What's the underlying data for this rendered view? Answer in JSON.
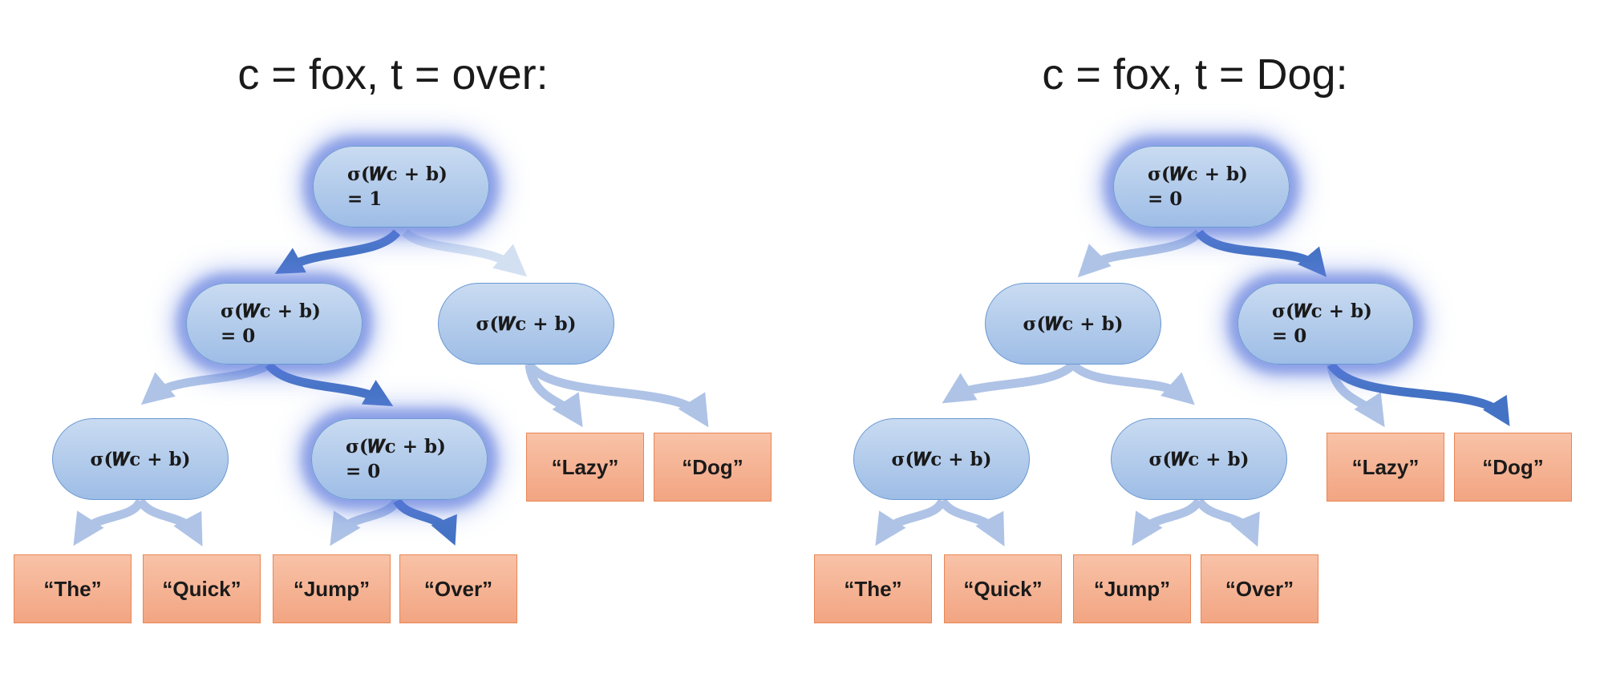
{
  "titles": {
    "left": "c = fox, t = over:",
    "right": "c = fox, t = Dog:"
  },
  "colors": {
    "active_edge": "#4472c4",
    "inactive_edge": "#aec3e6",
    "faint_edge": "#d3e0f2",
    "node_fill": "#a9c4e9",
    "leaf_fill": "#f5b293"
  },
  "node_formula": "σ(𝑾c + b)",
  "left_tree": {
    "root": {
      "formula": "σ(𝑾c + b)",
      "value": "= 1"
    },
    "n_l": {
      "formula": "σ(𝑾c + b)",
      "value": "= 0"
    },
    "n_r": {
      "formula": "σ(𝑾c + b)"
    },
    "n_ll": {
      "formula": "σ(𝑾c + b)"
    },
    "n_lr": {
      "formula": "σ(𝑾c + b)",
      "value": "= 0"
    },
    "leaves": [
      "“The”",
      "“Quick”",
      "“Jump”",
      "“Over”",
      "“Lazy”",
      "“Dog”"
    ]
  },
  "right_tree": {
    "root": {
      "formula": "σ(𝑾c + b)",
      "value": "= 0"
    },
    "n_l": {
      "formula": "σ(𝑾c + b)"
    },
    "n_r": {
      "formula": "σ(𝑾c + b)",
      "value": "= 0"
    },
    "n_ll": {
      "formula": "σ(𝑾c + b)"
    },
    "n_lr": {
      "formula": "σ(𝑾c + b)"
    },
    "leaves": [
      "“The”",
      "“Quick”",
      "“Jump”",
      "“Over”",
      "“Lazy”",
      "“Dog”"
    ]
  }
}
